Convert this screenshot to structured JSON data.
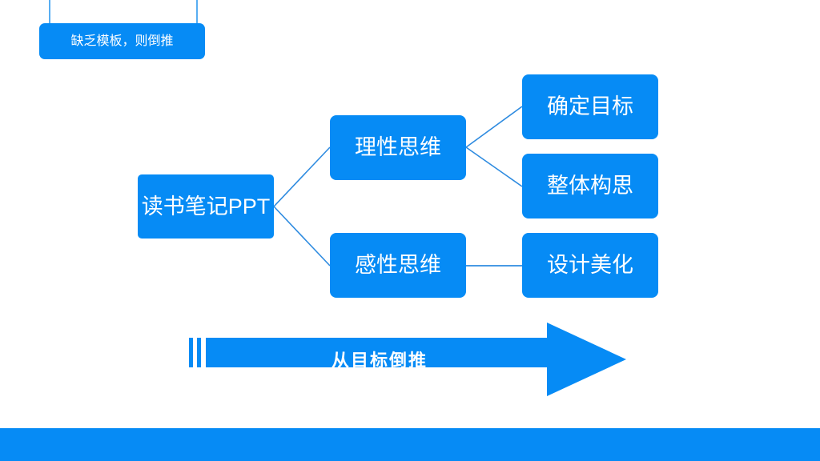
{
  "theme": {
    "accent": "#068BF5",
    "line": "#3399E8",
    "background": "#FFFFFF",
    "text_on_accent": "#FFFFFF"
  },
  "callout": {
    "text": "缺乏模板，则倒推"
  },
  "mindmap": {
    "root": {
      "label": "读书笔记PPT"
    },
    "branches": [
      {
        "label": "理性思维",
        "children": [
          {
            "label": "确定目标"
          },
          {
            "label": "整体构思"
          }
        ]
      },
      {
        "label": "感性思维",
        "children": [
          {
            "label": "设计美化"
          }
        ]
      }
    ]
  },
  "arrow": {
    "label": "从目标倒推",
    "direction": "right"
  }
}
